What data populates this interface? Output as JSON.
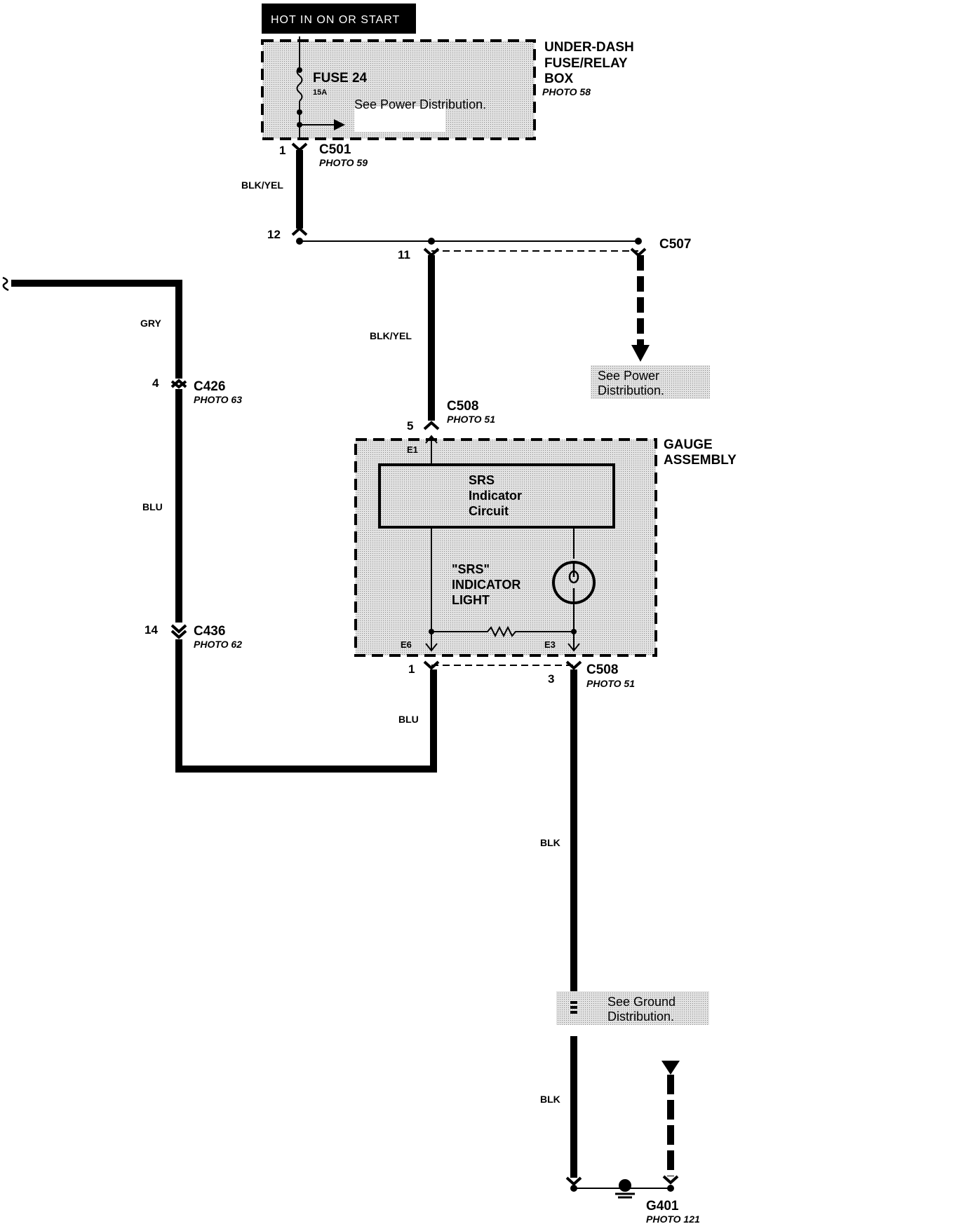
{
  "header": {
    "label": "HOT IN ON OR START"
  },
  "fuse_box": {
    "name_line1": "UNDER-DASH",
    "name_line2": "FUSE/RELAY",
    "name_line3": "BOX",
    "photo": "PHOTO 58",
    "fuse_name": "FUSE 24",
    "fuse_rating": "15A",
    "note": "See Power Distribution."
  },
  "connectors": {
    "c501": {
      "name": "C501",
      "photo": "PHOTO 59",
      "pin_top": "1",
      "pin_bottom": "12"
    },
    "c507": {
      "name": "C507",
      "pin": "11"
    },
    "c508_top": {
      "name": "C508",
      "photo": "PHOTO 51",
      "pin": "5"
    },
    "c508_bottom": {
      "name": "C508",
      "photo": "PHOTO 51",
      "pin_left": "1",
      "pin_right": "3"
    },
    "c426": {
      "name": "C426",
      "photo": "PHOTO 63",
      "pin": "4"
    },
    "c436": {
      "name": "C436",
      "photo": "PHOTO 62",
      "pin": "14"
    },
    "g401": {
      "name": "G401",
      "photo": "PHOTO 121"
    }
  },
  "wires": {
    "blk_yel_1": "BLK/YEL",
    "blk_yel_2": "BLK/YEL",
    "gry": "GRY",
    "blu_1": "BLU",
    "blu_2": "BLU",
    "blk_1": "BLK",
    "blk_2": "BLK"
  },
  "power_note": {
    "line1": "See Power",
    "line2": "Distribution."
  },
  "ground_note": {
    "line1": "See Ground",
    "line2": "Distribution."
  },
  "gauge": {
    "name_line1": "GAUGE",
    "name_line2": "ASSEMBLY",
    "circuit_line1": "SRS",
    "circuit_line2": "Indicator",
    "circuit_line3": "Circuit",
    "light_line1": "\"SRS\"",
    "light_line2": "INDICATOR",
    "light_line3": "LIGHT",
    "terminal_e1": "E1",
    "terminal_e6": "E6",
    "terminal_e3": "E3"
  }
}
